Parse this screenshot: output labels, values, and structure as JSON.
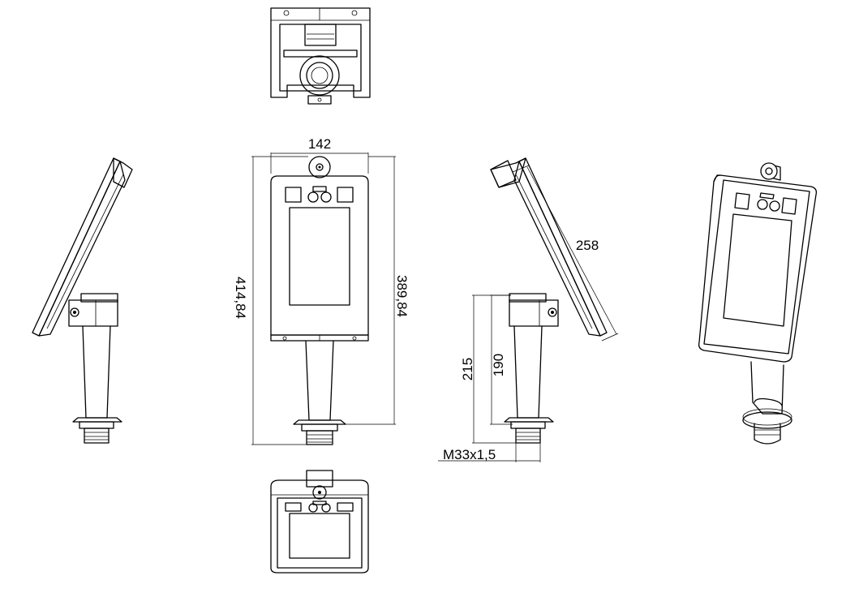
{
  "dimensions": {
    "width_label": "142",
    "total_height_label": "414,84",
    "body_height_label": "389,84",
    "panel_length_label": "258",
    "stand_height_outer_label": "215",
    "stand_height_inner_label": "190",
    "thread_label": "M33x1,5"
  }
}
